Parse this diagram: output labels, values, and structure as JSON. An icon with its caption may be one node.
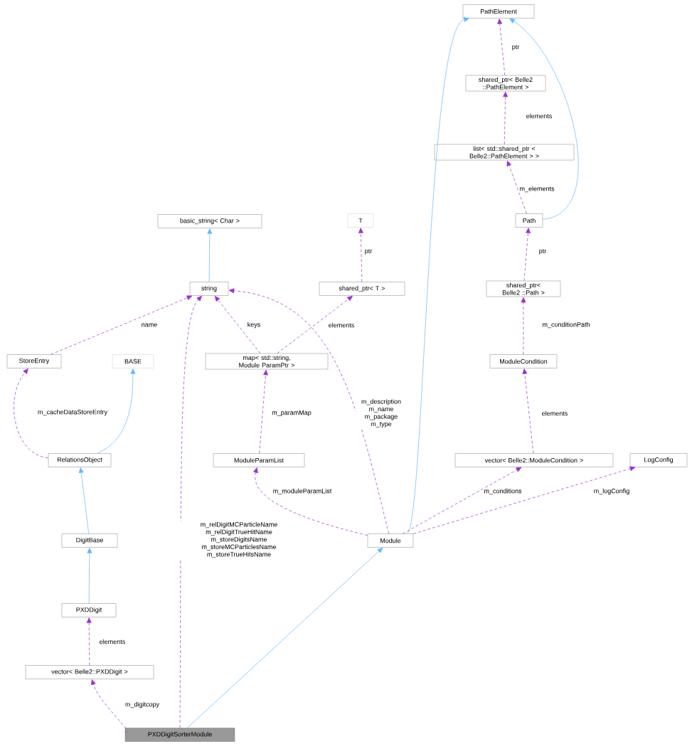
{
  "diagram": {
    "nodes": [
      {
        "text": [
          "PathElement"
        ]
      },
      {
        "text": [
          "shared_ptr< Belle2 ::PathElement >"
        ]
      },
      {
        "text": [
          "list< std::shared_ptr < Belle2::PathElement > >"
        ]
      },
      {
        "text": [
          "Path"
        ]
      },
      {
        "text": [
          "shared_ptr< Belle2 ::Path >"
        ]
      },
      {
        "text": [
          "basic_string< Char >"
        ]
      },
      {
        "text": [
          "T"
        ]
      },
      {
        "text": [
          "string"
        ]
      },
      {
        "text": [
          "shared_ptr< T >"
        ]
      },
      {
        "text": [
          "StoreEntry"
        ]
      },
      {
        "text": [
          "BASE"
        ]
      },
      {
        "text": [
          "map< std::string, Module ParamPtr >"
        ]
      },
      {
        "text": [
          "ModuleCondition"
        ]
      },
      {
        "text": [
          "RelationsObject"
        ]
      },
      {
        "text": [
          "ModuleParamList"
        ]
      },
      {
        "text": [
          "vector< Belle2::ModuleCondition >"
        ]
      },
      {
        "text": [
          "LogConfig"
        ]
      },
      {
        "text": [
          "DigitBase"
        ]
      },
      {
        "text": [
          "Module"
        ]
      },
      {
        "text": [
          "PXDDigit"
        ]
      },
      {
        "text": [
          "vector< Belle2::PXDDigit >"
        ]
      },
      {
        "text": [
          "PXDDigitSorterModule"
        ]
      }
    ],
    "edges": [
      {
        "from": 18,
        "to": 0,
        "arrow": "to",
        "color": "#63b8ff"
      },
      {
        "from": 3,
        "to": 0,
        "arrow": "to",
        "color": "#63b8ff"
      },
      {
        "from": 1,
        "to": 0,
        "arrow": "to",
        "style": "dashed",
        "label": "ptr"
      },
      {
        "from": 2,
        "to": 1,
        "arrow": "to",
        "style": "dashed",
        "label": "elements"
      },
      {
        "from": 3,
        "to": 2,
        "arrow": "to",
        "style": "dashed",
        "label": "m_elements"
      },
      {
        "from": 4,
        "to": 3,
        "arrow": "to",
        "style": "dashed",
        "label": "ptr"
      },
      {
        "from": 12,
        "to": 4,
        "arrow": "to",
        "style": "dashed",
        "label": "m_conditionPath"
      },
      {
        "from": 15,
        "to": 12,
        "arrow": "to",
        "style": "dashed",
        "label": "elements"
      },
      {
        "from": 18,
        "to": 15,
        "arrow": "to",
        "style": "dashed",
        "label": "m_conditions"
      },
      {
        "from": 18,
        "to": 16,
        "arrow": "to",
        "style": "dashed",
        "label": "m_logConfig"
      },
      {
        "from": 7,
        "to": 5,
        "arrow": "to",
        "color": "#63b8ff"
      },
      {
        "from": 8,
        "to": 6,
        "arrow": "to",
        "style": "dashed",
        "label": "ptr"
      },
      {
        "from": 9,
        "to": 7,
        "arrow": "to",
        "style": "dashed",
        "label": "name"
      },
      {
        "from": 11,
        "to": 7,
        "arrow": "to",
        "style": "dashed",
        "label": "keys"
      },
      {
        "from": 11,
        "to": 8,
        "arrow": "to",
        "style": "dashed",
        "label": "elements"
      },
      {
        "from": 18,
        "to": 7,
        "arrow": "to",
        "style": "dashed",
        "label": "m_description m_name m_package m_type"
      },
      {
        "from": 13,
        "to": 9,
        "arrow": "to",
        "style": "dashed",
        "label": "m_cacheDataStoreEntry"
      },
      {
        "from": 13,
        "to": 10,
        "arrow": "to",
        "color": "#63b8ff"
      },
      {
        "from": 14,
        "to": 11,
        "arrow": "to",
        "style": "dashed",
        "label": "m_paramMap"
      },
      {
        "from": 18,
        "to": 14,
        "arrow": "to",
        "style": "dashed",
        "label": "m_moduleParamList"
      },
      {
        "from": 17,
        "to": 13,
        "arrow": "to",
        "color": "#63b8ff"
      },
      {
        "from": 19,
        "to": 17,
        "arrow": "to",
        "color": "#63b8ff"
      },
      {
        "from": 20,
        "to": 19,
        "arrow": "to",
        "style": "dashed",
        "label": "elements"
      },
      {
        "from": 21,
        "to": 20,
        "arrow": "to",
        "style": "dashed",
        "label": "m_digitcopy"
      },
      {
        "from": 21,
        "to": 18,
        "arrow": "to",
        "color": "#63b8ff"
      },
      {
        "from": 21,
        "to": 7,
        "arrow": "to",
        "style": "dashed",
        "label": "m_relDigitMCParticleName m_relDigitTrueHitName m_storeDigitsName m_storeMCParticlesName m_storeTrueHitsName"
      }
    ]
  }
}
